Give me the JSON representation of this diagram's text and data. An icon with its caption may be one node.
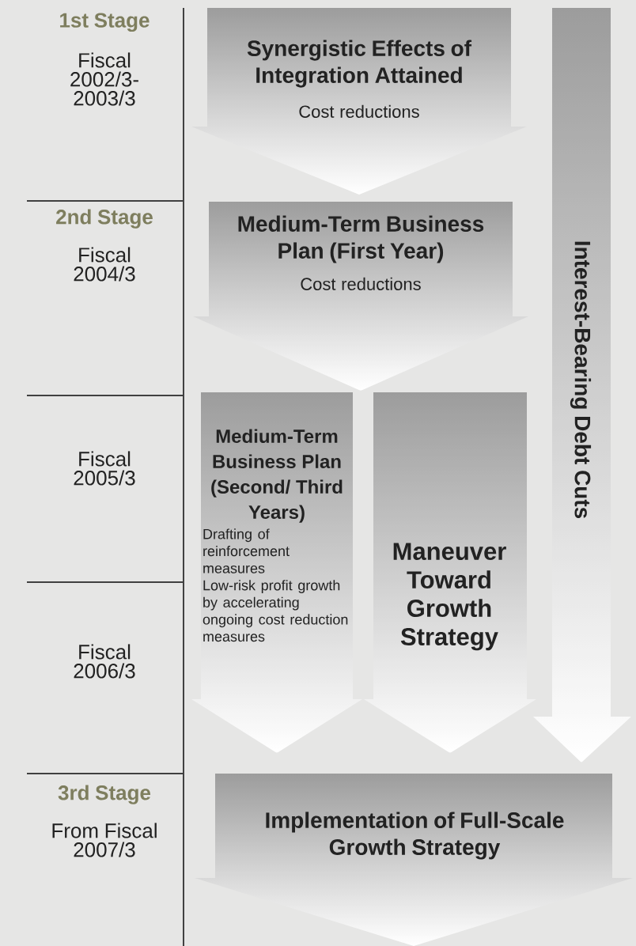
{
  "diagram": {
    "nodes": [
      {
        "text": [
          "Synergistic Effects of Integration Attained",
          "Cost reductions"
        ]
      },
      {
        "text": [
          "Medium-Term Business Plan (First Year)",
          "Cost reductions"
        ]
      },
      {
        "text": [
          "Medium-Term Business Plan (Second/ Third Years)",
          "Drafting of reinforcement measures",
          "Low-risk profit growth by accelerating ongoing cost reduction measures"
        ]
      },
      {
        "text": [
          "Maneuver Toward Growth Strategy"
        ]
      },
      {
        "text": [
          "Interest-Bearing Debt Cuts"
        ]
      },
      {
        "text": [
          "Implementation of Full-Scale Growth Strategy"
        ]
      }
    ],
    "labels": [
      "1st Stage",
      "Fiscal 2002/3- 2003/3",
      "2nd Stage",
      "Fiscal 2004/3",
      "Fiscal 2005/3",
      "Fiscal 2006/3",
      "3rd Stage",
      "From Fiscal 2007/3"
    ]
  }
}
